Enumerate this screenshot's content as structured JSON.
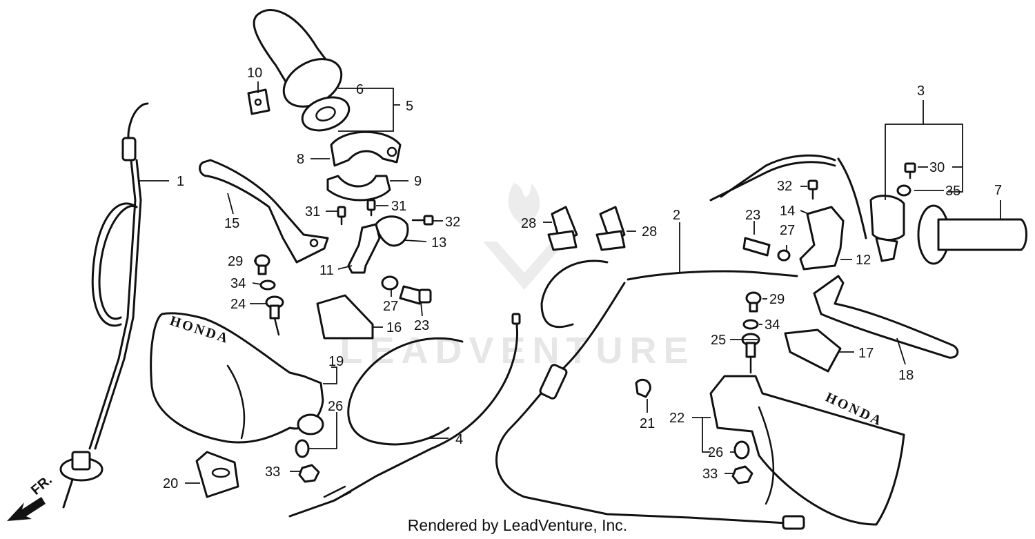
{
  "watermark": "LEADVENTURE",
  "footer": "Rendered by LeadVenture, Inc.",
  "direction_label": "FR.",
  "brand_left": "HONDA",
  "brand_right": "HONDA",
  "callouts": {
    "n1": "1",
    "n2": "2",
    "n3": "3",
    "n4": "4",
    "n5": "5",
    "n6": "6",
    "n7": "7",
    "n8": "8",
    "n9": "9",
    "n10": "10",
    "n11": "11",
    "n12": "12",
    "n13": "13",
    "n14": "14",
    "n15": "15",
    "n16": "16",
    "n17": "17",
    "n18": "18",
    "n19": "19",
    "n20": "20",
    "n21": "21",
    "n22": "22",
    "n23a": "23",
    "n23b": "23",
    "n24": "24",
    "n25": "25",
    "n26a": "26",
    "n26b": "26",
    "n27a": "27",
    "n27b": "27",
    "n28a": "28",
    "n28b": "28",
    "n29a": "29",
    "n29b": "29",
    "n30": "30",
    "n31a": "31",
    "n31b": "31",
    "n32a": "32",
    "n32b": "32",
    "n33a": "33",
    "n33b": "33",
    "n34a": "34",
    "n34b": "34",
    "n35": "35"
  }
}
